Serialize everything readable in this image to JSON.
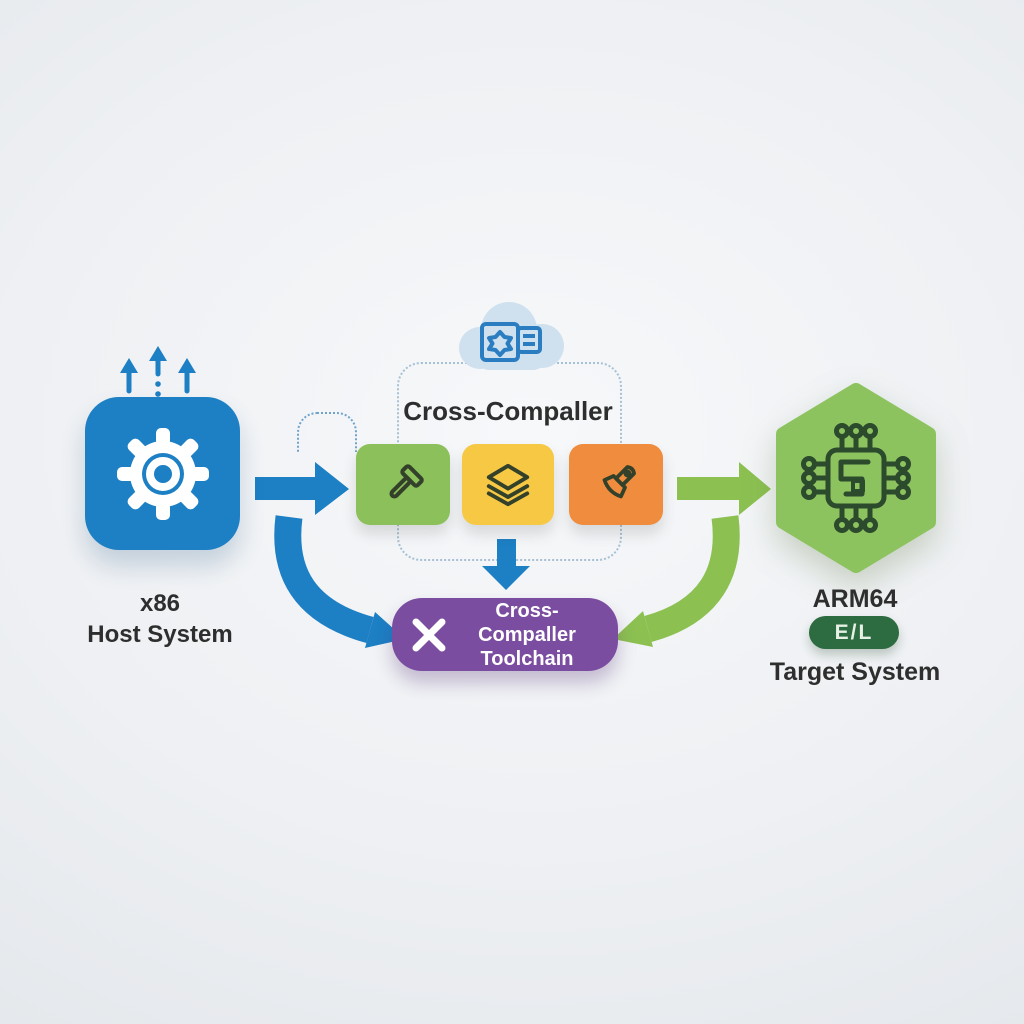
{
  "colors": {
    "blue": "#1d7fc4",
    "green_arrow": "#8cc152",
    "green_tool": "#8bc05a",
    "yellow_tool": "#f6c844",
    "orange_tool": "#ef8c3d",
    "purple": "#7b4da0",
    "hexagon_green": "#8dc35f",
    "badge_green": "#2d6b40",
    "cloud_fill": "#cfe0ee",
    "cloud_stroke": "#2a7dc0",
    "icon_dark": "#33402a",
    "chip_dark": "#2c4a2c",
    "text_dark": "#2e2e2e",
    "dotted_border": "#a6c1d5"
  },
  "icons": {
    "host": "gear-icon",
    "host_top": "triple-up-arrows-icon",
    "cloud": "cloud-certificate-icon",
    "tool_1": "hammer-icon",
    "tool_2": "layers-icon",
    "tool_3": "brush-icon",
    "toolchain": "x-icon",
    "target": "chip-icon"
  },
  "host_system": {
    "arch_label": "x86",
    "system_label": "Host System"
  },
  "compiler_group": {
    "title": "Cross-Compaller"
  },
  "toolchain_box": {
    "line1": "Cross-Compaller",
    "line2": "Toolchain"
  },
  "target_system": {
    "arch_label": "ARM64",
    "badge_label": "E/L",
    "system_label": "Target System"
  }
}
